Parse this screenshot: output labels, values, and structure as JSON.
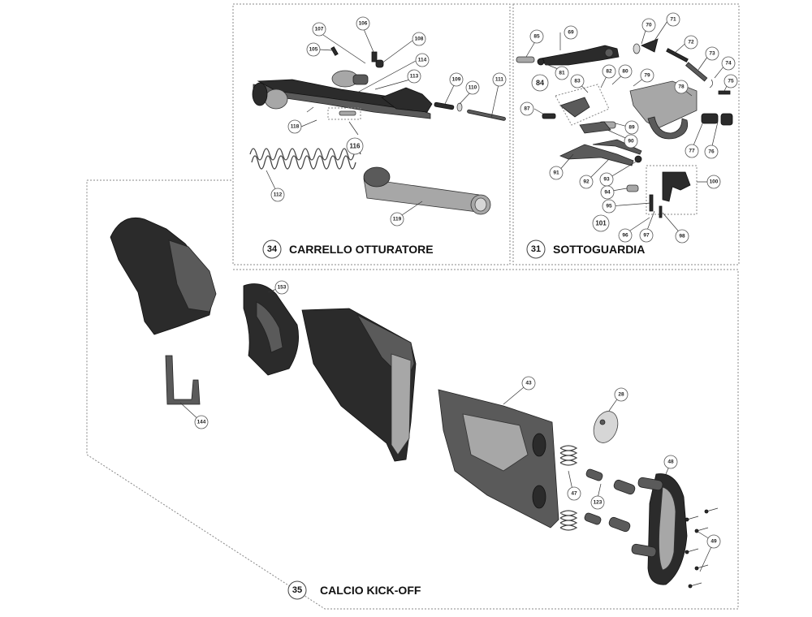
{
  "sections": {
    "carrello": {
      "number": "34",
      "title": "CARRELLO OTTURATORE"
    },
    "sottoguardia": {
      "number": "31",
      "title": "SOTTOGUARDIA"
    },
    "calcio": {
      "number": "35",
      "title": "CALCIO KICK-OFF"
    }
  },
  "callouts": {
    "c105": "105",
    "c106": "106",
    "c107": "107",
    "c108": "108",
    "c109": "109",
    "c110": "110",
    "c111": "111",
    "c112": "112",
    "c113": "113",
    "c114": "114",
    "c116": "116",
    "c118": "118",
    "c119": "119",
    "c69": "69",
    "c70": "70",
    "c71": "71",
    "c72": "72",
    "c73": "73",
    "c74": "74",
    "c75": "75",
    "c76": "76",
    "c77": "77",
    "c78": "78",
    "c79": "79",
    "c80": "80",
    "c81": "81",
    "c82": "82",
    "c83": "83",
    "c84": "84",
    "c85": "85",
    "c87": "87",
    "c89": "89",
    "c90": "90",
    "c91": "91",
    "c92": "92",
    "c93": "93",
    "c94": "94",
    "c95": "95",
    "c96": "96",
    "c97": "97",
    "c98": "98",
    "c100": "100",
    "c101": "101",
    "c153": "153",
    "c144": "144",
    "c43": "43",
    "c28": "28",
    "c48": "48",
    "c47": "47",
    "c123": "123",
    "c49": "49"
  }
}
